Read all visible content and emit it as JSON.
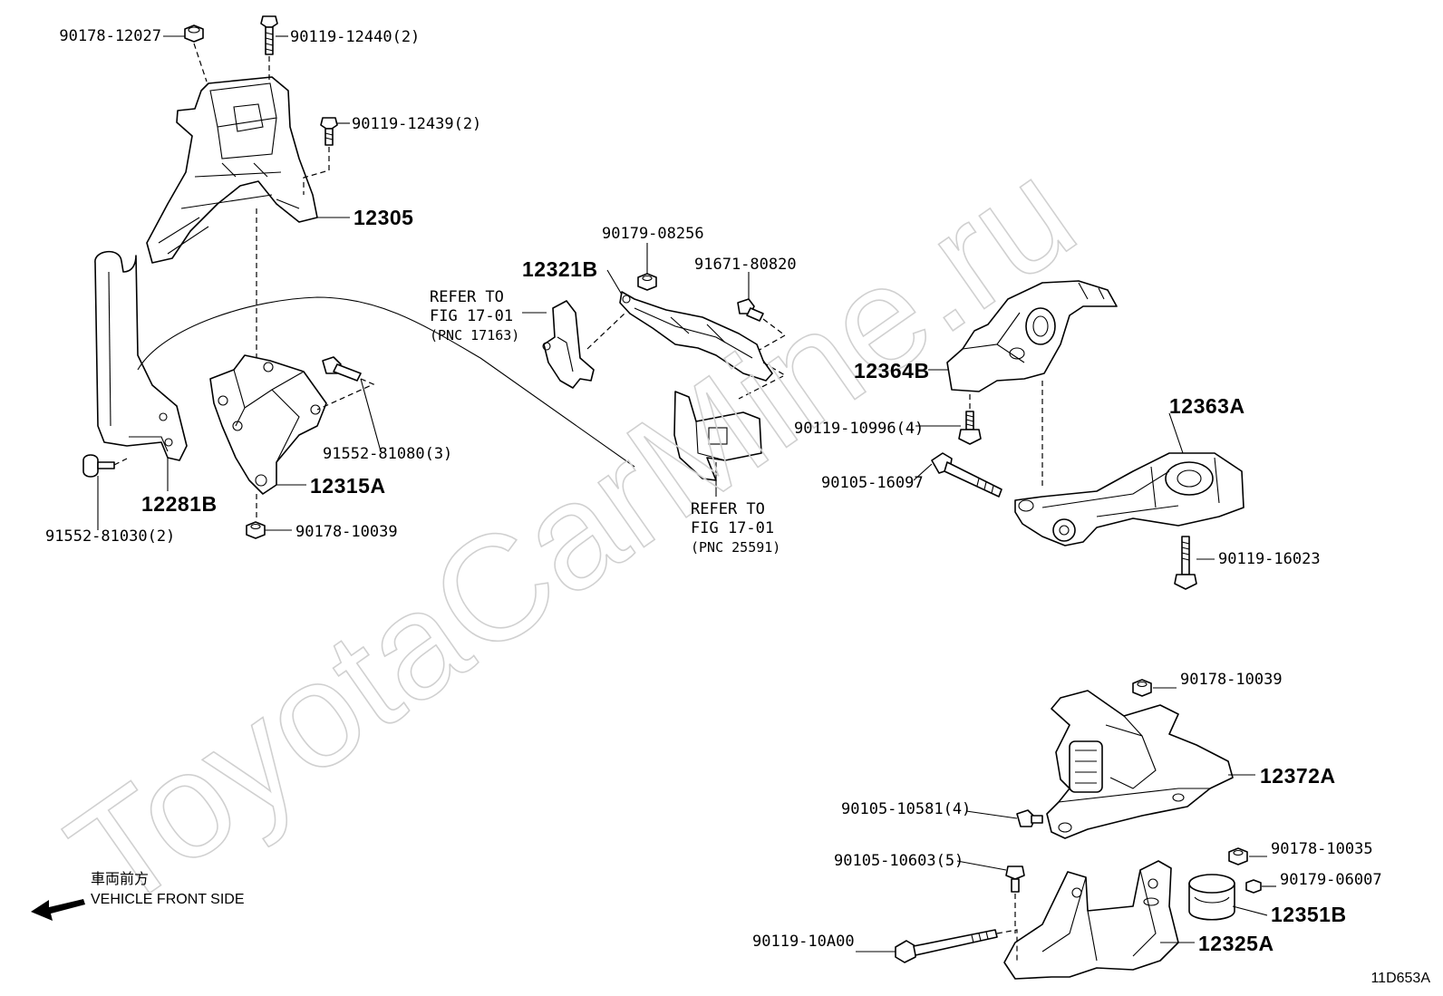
{
  "parts": {
    "p90178_12027": "90178-12027",
    "p90119_12440": "90119-12440(2)",
    "p90119_12439": "90119-12439(2)",
    "p12305": "12305",
    "p12281B": "12281B",
    "p91552_81030": "91552-81030(2)",
    "p91552_81080": "91552-81080(3)",
    "p12315A": "12315A",
    "p90178_10039a": "90178-10039",
    "p90179_08256": "90179-08256",
    "p12321B": "12321B",
    "p91671_80820": "91671-80820",
    "p12364B": "12364B",
    "p90119_10996": "90119-10996(4)",
    "p12363A": "12363A",
    "p90105_16097": "90105-16097",
    "p90119_16023": "90119-16023",
    "p90178_10039b": "90178-10039",
    "p12372A": "12372A",
    "p90105_10581": "90105-10581(4)",
    "p90105_10603": "90105-10603(5)",
    "p90178_10035": "90178-10035",
    "p90179_06007": "90179-06007",
    "p12351B": "12351B",
    "p90119_10A00": "90119-10A00",
    "p12325A": "12325A"
  },
  "refer_notes": {
    "a": {
      "l1": "REFER TO",
      "l2": "FIG 17-01",
      "l3": "(PNC 17163)"
    },
    "b": {
      "l1": "REFER TO",
      "l2": "FIG 17-01",
      "l3": "(PNC 25591)"
    }
  },
  "front": {
    "jp": "車両前方",
    "en": "VEHICLE FRONT SIDE"
  },
  "figure_code": "11D653A",
  "watermark": "ToyotaCarMine.ru"
}
